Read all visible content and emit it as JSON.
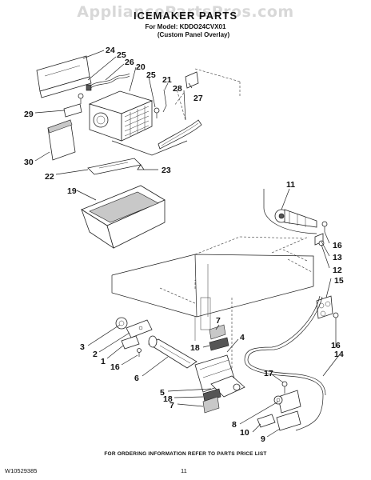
{
  "header": {
    "watermark": "AppliancePartsPros.com",
    "title": "ICEMAKER PARTS",
    "model_line": "For Model: KDDO24CVX01",
    "panel_line": "(Custom Panel Overlay)"
  },
  "callouts": [
    "24",
    "25",
    "26",
    "20",
    "25",
    "21",
    "28",
    "27",
    "29",
    "30",
    "22",
    "23",
    "19",
    "11",
    "16",
    "13",
    "12",
    "15",
    "3",
    "2",
    "1",
    "16",
    "7",
    "4",
    "18",
    "6",
    "5",
    "18",
    "7",
    "17",
    "16",
    "14",
    "8",
    "10",
    "9"
  ],
  "footer": {
    "ordering_note": "FOR ORDERING INFORMATION REFER TO PARTS PRICE LIST",
    "document_number": "W10529385",
    "page_number": "11"
  }
}
